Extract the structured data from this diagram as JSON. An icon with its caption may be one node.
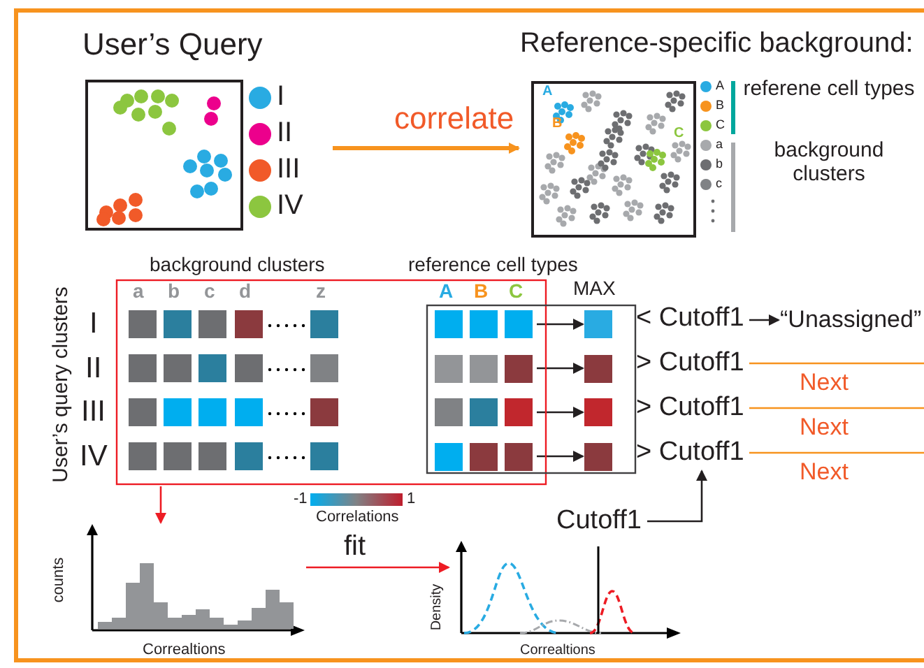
{
  "diagram": {
    "nodes": [
      {
        "text": [
          "User’s Query"
        ]
      },
      {
        "text": [
          "Reference-specific background:"
        ]
      },
      {
        "text": [
          "background clusters"
        ]
      },
      {
        "text": [
          "reference cell types"
        ]
      },
      {
        "text": [],
        "shape": "box"
      },
      {
        "text": [],
        "shape": "box"
      },
      {
        "text": [],
        "shape": "box"
      },
      {
        "text": [],
        "shape": "box"
      },
      {
        "text": [],
        "shape": "box",
        "in": 3
      },
      {
        "text": [],
        "shape": "box",
        "in": 3
      },
      {
        "text": [],
        "shape": "box",
        "in": 3
      },
      {
        "text": [],
        "shape": "box",
        "in": 3
      },
      {
        "text": [
          "< Cutoff1"
        ]
      },
      {
        "text": [
          "“Unassigned”"
        ]
      },
      {
        "text": [
          "> Cutoff1"
        ]
      },
      {
        "text": [
          "> Cutoff1"
        ]
      },
      {
        "text": [
          "> Cutoff1"
        ]
      },
      {
        "text": [],
        "shape": "picture"
      },
      {
        "text": [],
        "shape": "picture"
      },
      {
        "text": [
          "Cutoff1"
        ]
      }
    ],
    "edges": [
      {
        "from": 0,
        "to": 1,
        "arrow": "to",
        "label": "correlate",
        "style": "thick",
        "color": "#f7931e"
      },
      {
        "from": 4,
        "to": 8,
        "arrow": "to"
      },
      {
        "from": 5,
        "to": 9,
        "arrow": "to"
      },
      {
        "from": 6,
        "to": 10,
        "arrow": "to"
      },
      {
        "from": 7,
        "to": 11,
        "arrow": "to"
      },
      {
        "from": 12,
        "to": 13,
        "arrow": "to"
      },
      {
        "from": 14,
        "to": null,
        "arrow": "none",
        "label": "Next",
        "color": "#f7931e"
      },
      {
        "from": 15,
        "to": null,
        "arrow": "none",
        "label": "Next",
        "color": "#f7931e"
      },
      {
        "from": 16,
        "to": null,
        "arrow": "none",
        "label": "Next",
        "color": "#f7931e"
      },
      {
        "from": 2,
        "to": 17,
        "arrow": "to",
        "color": "#ed1c24"
      },
      {
        "from": 17,
        "to": 18,
        "arrow": "to",
        "label": "fit",
        "color": "#ed1c24"
      },
      {
        "from": 19,
        "to": 16,
        "arrow": "to"
      }
    ],
    "labels": [
      "a",
      "b",
      "c",
      "d",
      "z",
      "A",
      "B",
      "C",
      "MAX",
      "User’s query clusters",
      "I",
      "II",
      "III",
      "IV",
      "referene cell types",
      "background clusters",
      "A",
      "B",
      "C",
      "-1",
      "1",
      "Correlations",
      "counts",
      "Correaltions",
      "Density",
      "Correaltions"
    ],
    "legend": [
      {
        "text": "I",
        "color": "#29abe2"
      },
      {
        "text": "II",
        "color": "#ec008c"
      },
      {
        "text": "III",
        "color": "#f15a29"
      },
      {
        "text": "IV",
        "color": "#8cc63f"
      },
      {
        "text": "A",
        "color": "#29abe2"
      },
      {
        "text": "B",
        "color": "#f7931e"
      },
      {
        "text": "C",
        "color": "#8cc63f"
      },
      {
        "text": "a",
        "color": "#a7a9ac"
      },
      {
        "text": "b",
        "color": "#6d6e71"
      },
      {
        "text": "c",
        "color": "#808285"
      }
    ]
  }
}
